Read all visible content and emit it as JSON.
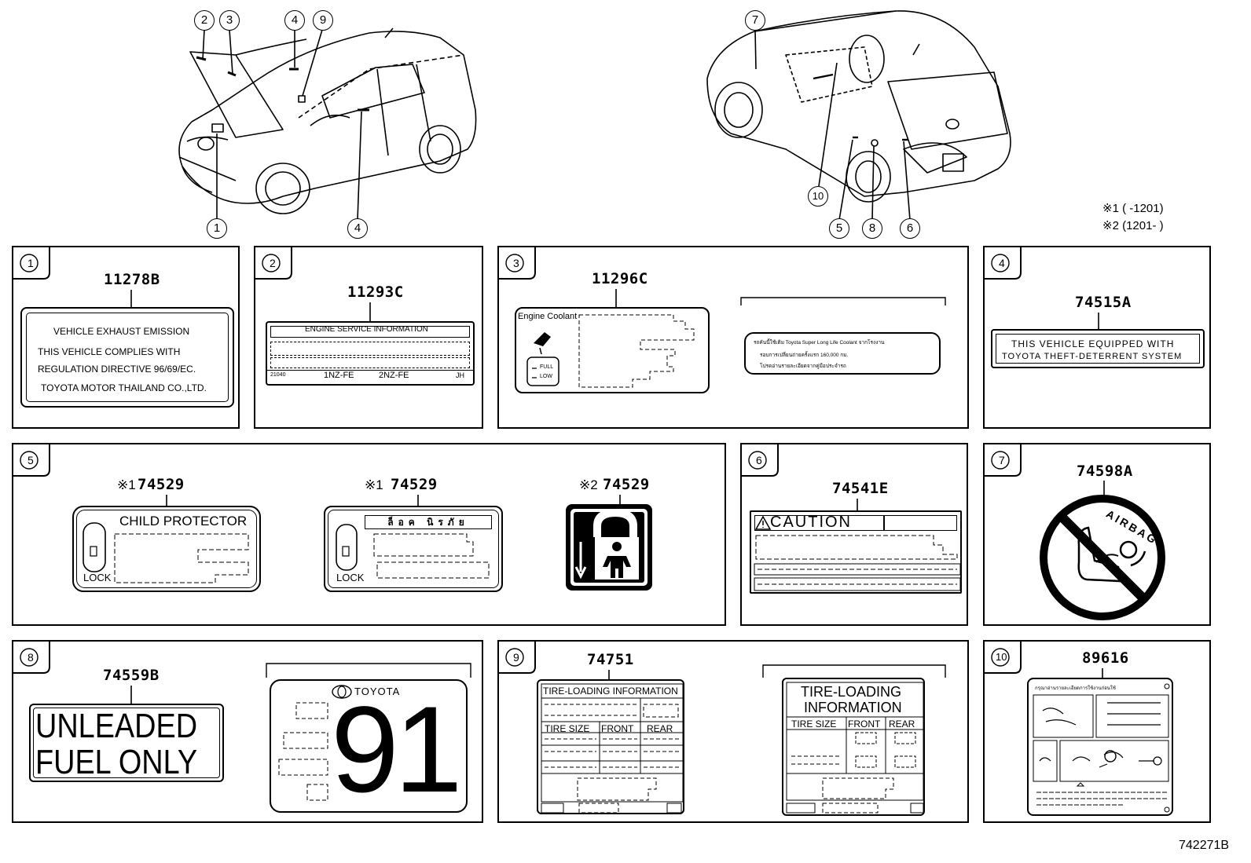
{
  "notes": {
    "n1": "※1 (       -1201)",
    "n2": "※2 (1201-       )"
  },
  "diagram_code": "742271B",
  "callouts": [
    "1",
    "2",
    "3",
    "4",
    "4",
    "5",
    "6",
    "7",
    "8",
    "9",
    "10"
  ],
  "panels": {
    "p1": {
      "num": "1",
      "part": "11278B",
      "lines": [
        "VEHICLE EXHAUST EMISSION",
        "THIS VEHICLE COMPLIES WITH",
        "REGULATION DIRECTIVE 96/69/EC.",
        "TOYOTA MOTOR THAILAND CO.,LTD."
      ]
    },
    "p2": {
      "num": "2",
      "part": "11293C",
      "header": "ENGINE SERVICE INFORMATION",
      "footer_left": "21040",
      "engine1": "1NZ-FE",
      "engine2": "2NZ-FE",
      "footer_right": "JH"
    },
    "p3": {
      "num": "3",
      "part": "11296C",
      "coolant": "Engine Coolant",
      "full": "FULL",
      "low": "LOW",
      "thai1": "รถคันนี้ใช้เติม Toyota Super Long Life Coolant จากโรงงาน",
      "thai2": "รอบการเปลี่ยนถ่ายครั้งแรก 160,000 กม.",
      "thai3": "โปรดอ่านรายละเอียดจากคู่มือประจำรถ"
    },
    "p4": {
      "num": "4",
      "part": "74515A",
      "line1": "THIS VEHICLE EQUIPPED WITH",
      "line2": "TOYOTA THEFT-DETERRENT SYSTEM"
    },
    "p5": {
      "num": "5",
      "a_mark": "※1",
      "a_part": "74529",
      "a_title": "CHILD PROTECTOR",
      "a_lock": "LOCK",
      "b_mark": "※1",
      "b_part": "74529",
      "b_title": "ล็อค นิรภัย",
      "b_lock": "LOCK",
      "c_mark": "※2",
      "c_part": "74529"
    },
    "p6": {
      "num": "6",
      "part": "74541E",
      "caution": "CAUTION"
    },
    "p7": {
      "num": "7",
      "part": "74598A",
      "airbag": "AIRBAG"
    },
    "p8": {
      "num": "8",
      "part": "74559B",
      "line1": "UNLEADED",
      "line2": "FUEL ONLY",
      "brand": "TOYOTA",
      "octane": "91"
    },
    "p9": {
      "num": "9",
      "part": "74751",
      "a_title": "TIRE-LOADING INFORMATION",
      "a_size": "TIRE SIZE",
      "a_front": "FRONT",
      "a_rear": "REAR",
      "b_title1": "TIRE-LOADING",
      "b_title2": "INFORMATION",
      "b_size": "TIRE SIZE",
      "b_front": "FRONT",
      "b_rear": "REAR"
    },
    "p10": {
      "num": "10",
      "part": "89616",
      "header": "กรุณาอ่านรายละเอียดการใช้งานก่อนใช้"
    }
  }
}
